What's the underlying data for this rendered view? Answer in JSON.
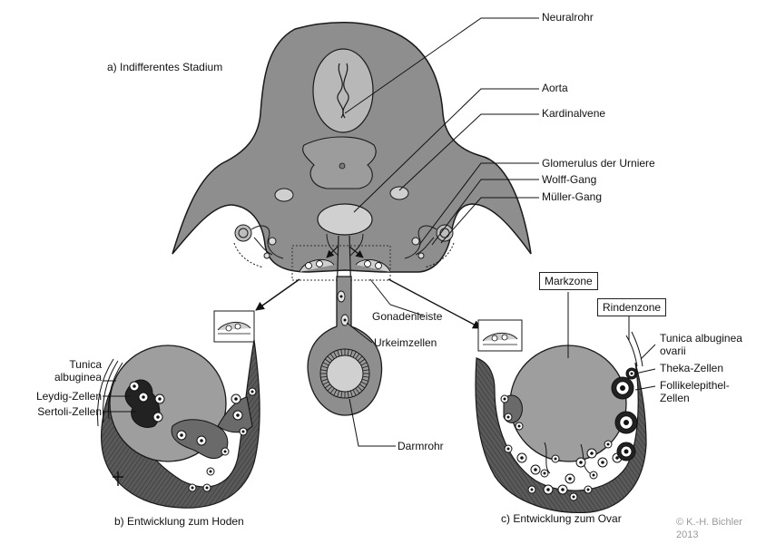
{
  "panels": {
    "a": "a) Indifferentes Stadium",
    "b": "b) Entwicklung zum Hoden",
    "c": "c) Entwicklung zum Ovar"
  },
  "labels": {
    "neuralrohr": "Neuralrohr",
    "aorta": "Aorta",
    "kardinalvene": "Kardinalvene",
    "glomerulus": "Glomerulus der Urniere",
    "wolff": "Wolff-Gang",
    "mueller": "Müller-Gang",
    "gonadenleiste": "Gonadenleiste",
    "urkeimzellen": "Urkeimzellen",
    "darmrohr": "Darmrohr",
    "tunica_albuginea_1": "Tunica",
    "tunica_albuginea_2": "albuginea",
    "leydig": "Leydig-Zellen",
    "sertoli": "Sertoli-Zellen",
    "cross": "†",
    "markzone": "Markzone",
    "rindenzone": "Rindenzone",
    "tunica_ovarii_1": "Tunica albuginea",
    "tunica_ovarii_2": "ovarii",
    "theka": "Theka-Zellen",
    "follikel_1": "Follikelepithel-",
    "follikel_2": "Zellen"
  },
  "copyright": {
    "line1": "© K.-H. Bichler",
    "line2": "2013"
  },
  "colors": {
    "tissue": "#8e8e8e",
    "tissue_light": "#c4c4c4",
    "dark_tissue": "#555555",
    "line": "#1a1a1a"
  }
}
